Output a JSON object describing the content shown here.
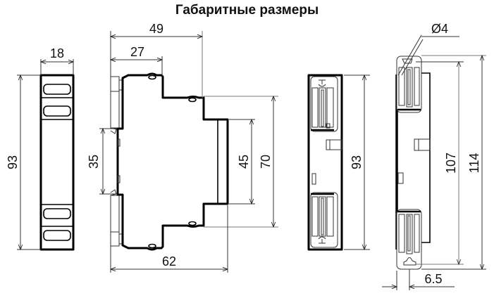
{
  "title": "Габаритные размеры",
  "views": {
    "front": {
      "width_label": "18",
      "height_label": "93"
    },
    "side": {
      "width_total_label": "49",
      "width_front_label": "27",
      "depth_label": "62",
      "rail_label": "35",
      "front_height_label": "45",
      "step_height_label": "70"
    },
    "back": {
      "height_label": "93"
    },
    "mount": {
      "hole_label": "Ø4",
      "hole_pitch_label": "107",
      "total_height_label": "114",
      "offset_label": "6.5"
    }
  },
  "colors": {
    "line": "#000000",
    "dimension": "#333333",
    "extension": "#777777",
    "background": "#ffffff"
  }
}
